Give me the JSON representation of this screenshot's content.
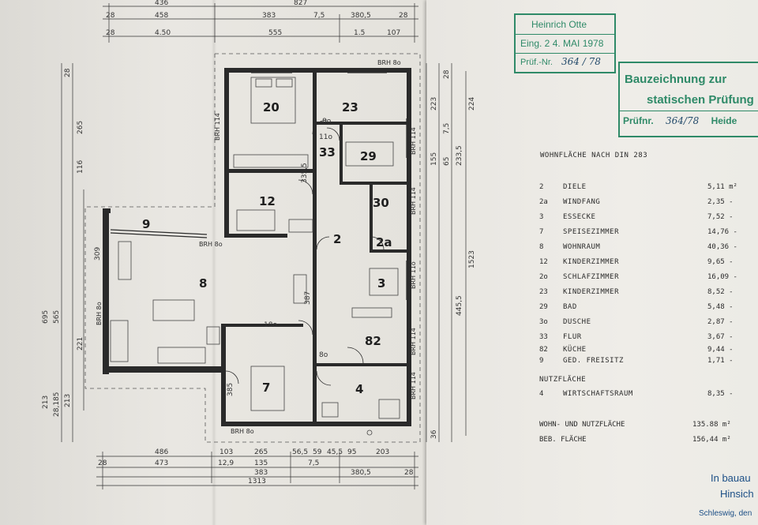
{
  "stamp_received": {
    "name": "Heinrich Otte",
    "date_line": "Eing. 2 4. MAI 1978",
    "number_label": "Prüf.-Nr.",
    "number_value": "364 / 78"
  },
  "stamp_drawing": {
    "line1": "Bauzeichnung zur",
    "line2": "statischen Prüfung",
    "number_label": "Prüfnr.",
    "number_value": "364/78",
    "trailing": "Heide"
  },
  "area_table": {
    "title": "WOHNFLÄCHE NACH DIN 283",
    "rows": [
      {
        "code": "2",
        "name": "DIELE",
        "value": "5,11 m²"
      },
      {
        "code": "2a",
        "name": "WINDFANG",
        "value": "2,35 -"
      },
      {
        "code": "3",
        "name": "ESSECKE",
        "value": "7,52 -"
      },
      {
        "code": "7",
        "name": "SPEISEZIMMER",
        "value": "14,76 -"
      },
      {
        "code": "8",
        "name": "WOHNRAUM",
        "value": "40,36 -"
      },
      {
        "code": "12",
        "name": "KINDERZIMMER",
        "value": "9,65 -"
      },
      {
        "code": "2o",
        "name": "SCHLAFZIMMER",
        "value": "16,09 -"
      },
      {
        "code": "23",
        "name": "KINDERZIMMER",
        "value": "8,52 -"
      },
      {
        "code": "29",
        "name": "BAD",
        "value": "5,48 -"
      },
      {
        "code": "3o",
        "name": "DUSCHE",
        "value": "2,87 -"
      },
      {
        "code": "33",
        "name": "FLUR",
        "value": "3,67 -"
      },
      {
        "code": "82",
        "name": "KÜCHE",
        "value": "9,44 -"
      },
      {
        "code": "9",
        "name": "GED. FREISITZ",
        "value": "1,71 -"
      }
    ],
    "nutz_heading": "NUTZFLÄCHE",
    "nutz_row": {
      "code": "4",
      "name": "WIRTSCHAFTSRAUM",
      "value": "8,35 -"
    },
    "total_label": "WOHN- UND NUTZFLÄCHE",
    "total_value": "135.88 m²",
    "built_label": "BEB. FLÄCHE",
    "built_value": "156,44 m²"
  },
  "footer": {
    "line1": "In bauau",
    "line2": "Hinsich",
    "line3": "Schleswig, den"
  },
  "plan": {
    "rooms": {
      "r20": "20",
      "r23": "23",
      "r33": "33",
      "r29": "29",
      "r12": "12",
      "r30": "30",
      "r9": "9",
      "r2": "2",
      "r2a": "2a",
      "r8": "8",
      "r3": "3",
      "r82": "82",
      "r7": "7",
      "r4": "4"
    },
    "labels": {
      "brh_80_top": "BRH 8o",
      "brh_80_left": "BRH 8o",
      "brh_80_bottom": "BRH 8o",
      "brh_114_1": "BRH 114",
      "brh_114_2": "BRH 114",
      "brh_114_3": "BRH 114",
      "brh_114_4": "BRH 114",
      "brh_114_5": "BRH 114",
      "brh_110": "BRH 11o",
      "brh_80_mid": "BRH 8o"
    },
    "top_dims": {
      "row1": [
        "436",
        "827"
      ],
      "row2": [
        "28",
        "458",
        "383",
        "7,5",
        "380,5",
        "28"
      ],
      "row3": [
        "28",
        "4.50",
        "555",
        "1.5",
        "107"
      ]
    },
    "bottom_dims": {
      "row1": [
        "486",
        "103",
        "265",
        "56,5",
        "59",
        "45,5",
        "95",
        "203"
      ],
      "row2": [
        "28",
        "473",
        "12,9",
        "135",
        "7,5"
      ],
      "row3": [
        "383",
        "380,5",
        "28"
      ],
      "total": "1313"
    },
    "right_dims": [
      "28",
      "224",
      "223",
      "7,5",
      "155",
      "65",
      "233,5",
      "1523",
      "445,5",
      "36"
    ],
    "left_dims": [
      "28",
      "265",
      "116",
      "309",
      "565",
      "695",
      "221",
      "213",
      "28,185",
      "213"
    ],
    "inner_dims": [
      "11o",
      "8o",
      "335,5",
      "387",
      "18o",
      "385",
      "8o"
    ]
  }
}
